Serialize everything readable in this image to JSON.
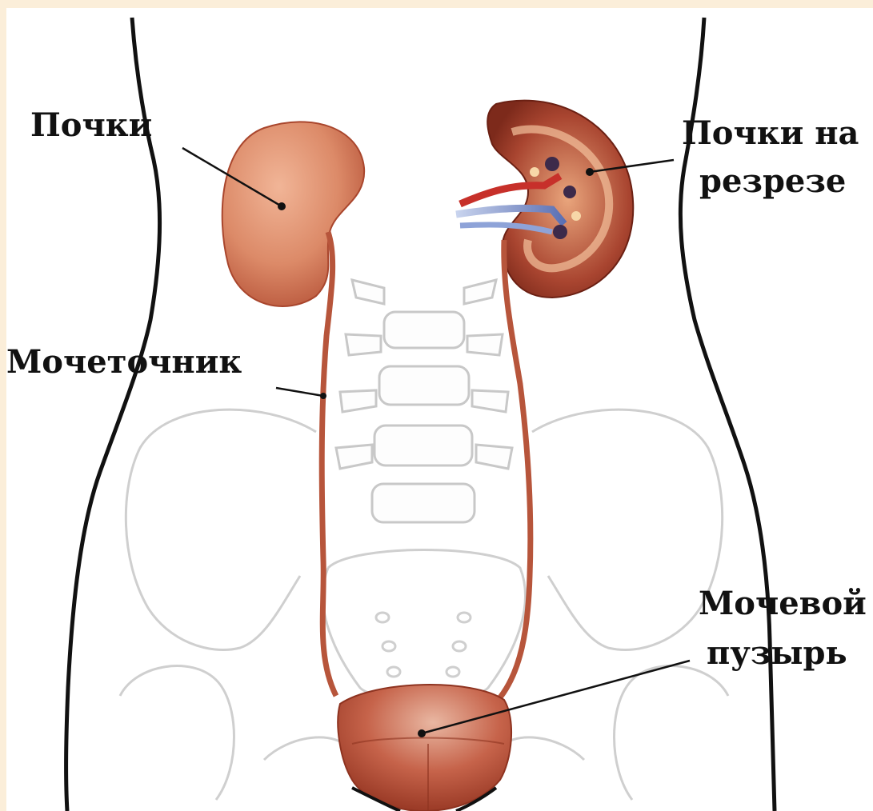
{
  "labels": {
    "kidneys": "Почки",
    "kidney_section_line1": "Почки на",
    "kidney_section_line2": "резрезе",
    "ureter": "Мочеточник",
    "bladder_line1": "Мочевой",
    "bladder_line2": "пузырь"
  },
  "colors": {
    "background": "#fbeed9",
    "canvas": "#ffffff",
    "kidney": "#d98363",
    "kidney_dark": "#9c3a25",
    "ureter": "#b7553b",
    "bladder": "#c0583f",
    "bone_outline": "#cfcfcf",
    "body_outline": "#111111"
  }
}
